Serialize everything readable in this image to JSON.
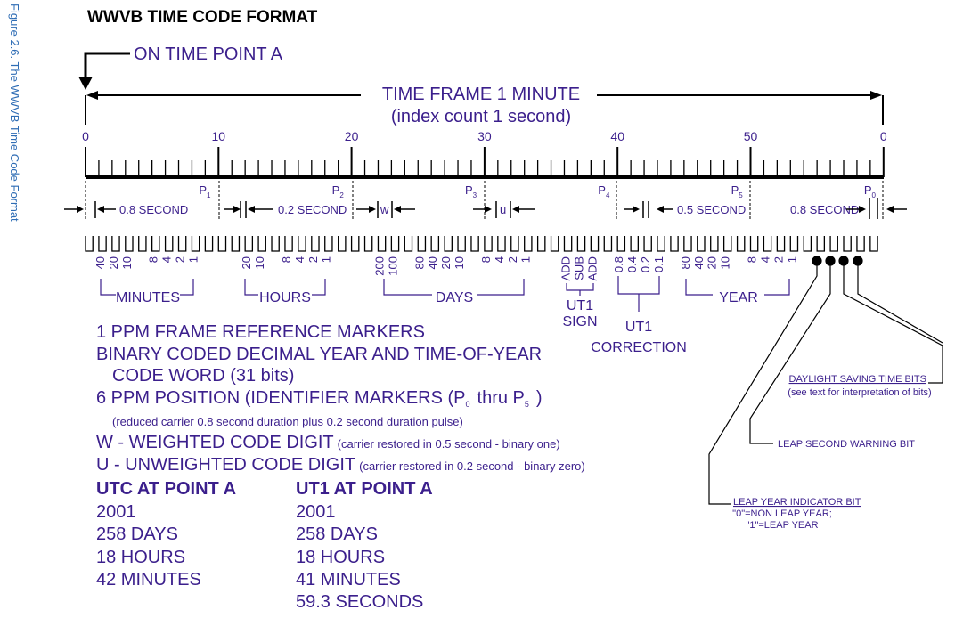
{
  "sidebar_caption": "Figure 2.6. The WWVB Time Code Format",
  "title": "WWVB TIME CODE FORMAT",
  "on_time_point": "ON TIME POINT A",
  "frame_label": "TIME FRAME 1 MINUTE",
  "index_label": "(index count 1 second)",
  "scale_labels": [
    "0",
    "10",
    "20",
    "30",
    "40",
    "50",
    "0"
  ],
  "markers": [
    "P1",
    "P2",
    "P3",
    "P4",
    "P5",
    "P0"
  ],
  "intervals": {
    "sec08": "0.8 SECOND",
    "sec02": "0.2 SECOND",
    "w": "w",
    "u": "u",
    "sec05": "0.5 SECOND",
    "sec08b": "0.8 SECOND"
  },
  "bit_weights": [
    {
      "group": "minutes",
      "values": [
        "40",
        "20",
        "10",
        "8",
        "4",
        "2",
        "1"
      ]
    },
    {
      "group": "hours",
      "values": [
        "20",
        "10",
        "8",
        "4",
        "2",
        "1"
      ]
    },
    {
      "group": "days",
      "values": [
        "200",
        "100",
        "80",
        "40",
        "20",
        "10",
        "8",
        "4",
        "2",
        "1"
      ]
    },
    {
      "group": "ut1_sign",
      "values": [
        "ADD",
        "SUB",
        "ADD"
      ]
    },
    {
      "group": "ut1_correction",
      "values": [
        "0.8",
        "0.4",
        "0.2",
        "0.1"
      ]
    },
    {
      "group": "year",
      "values": [
        "80",
        "40",
        "20",
        "10",
        "8",
        "4",
        "2",
        "1"
      ]
    }
  ],
  "groups": {
    "minutes": "MINUTES",
    "hours": "HOURS",
    "days": "DAYS",
    "ut1_sign_1": "UT1",
    "ut1_sign_2": "SIGN",
    "ut1_corr_1": "UT1",
    "ut1_corr_2": "CORRECTION",
    "year": "YEAR"
  },
  "legend": {
    "l1": "1 PPM FRAME REFERENCE MARKERS",
    "l2": "BINARY CODED DECIMAL YEAR AND TIME-OF-YEAR",
    "l3": "CODE WORD (31 bits)",
    "l4a": "6 PPM POSITION (IDENTIFIER MARKERS (P",
    "l4b": "thru P",
    "l4c": ")",
    "l5": "(reduced carrier 0.8 second duration plus 0.2 second duration pulse)",
    "l6a": "W - WEIGHTED CODE DIGIT",
    "l6b": "(carrier restored in 0.5 second - binary one)",
    "l7a": "U - UNWEIGHTED CODE DIGIT",
    "l7b": "(carrier restored in 0.2 second - binary zero)"
  },
  "utc": {
    "header": "UTC AT POINT A",
    "lines": [
      "2001",
      "258 DAYS",
      "18 HOURS",
      "42 MINUTES"
    ]
  },
  "ut1": {
    "header": "UT1 AT POINT A",
    "lines": [
      "2001",
      "258 DAYS",
      "18 HOURS",
      "41 MINUTES",
      "59.3 SECONDS"
    ]
  },
  "notes": {
    "dst_title": "DAYLIGHT SAVING TIME BITS",
    "dst_sub": "(see text for interpretation of bits)",
    "leap_second": "LEAP SECOND WARNING BIT",
    "leap_year_title": "LEAP YEAR INDICATOR BIT",
    "leap_year_0": "\"0\"=NON LEAP YEAR;",
    "leap_year_1": "\"1\"=LEAP YEAR"
  }
}
